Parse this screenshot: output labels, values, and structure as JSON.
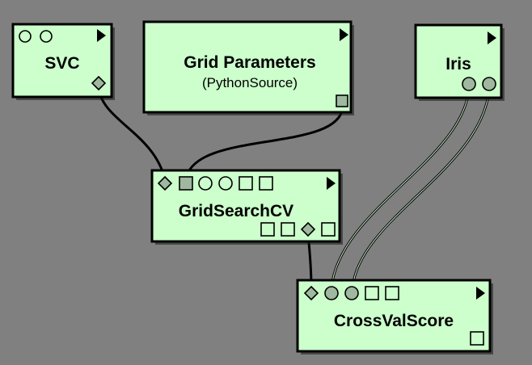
{
  "modules": {
    "svc": {
      "title": "SVC"
    },
    "grid_parameters": {
      "title": "Grid Parameters",
      "subtitle": "(PythonSource)"
    },
    "iris": {
      "title": "Iris"
    },
    "gridsearchcv": {
      "title": "GridSearchCV"
    },
    "crossvalscore": {
      "title": "CrossValScore"
    }
  },
  "colors": {
    "canvas_background": "#808080",
    "module_fill": "#ccffcc",
    "module_border": "#000000",
    "filled_port": "#9fb89f",
    "connection": "#000000"
  },
  "icons": {
    "collapse": "play-triangle-icon",
    "port_circle": "circle-port-icon",
    "port_square": "square-port-icon",
    "port_diamond": "diamond-port-icon"
  },
  "connections": [
    {
      "from": "svc",
      "to": "gridsearchcv"
    },
    {
      "from": "grid_parameters",
      "to": "gridsearchcv"
    },
    {
      "from": "iris",
      "to": "crossvalscore"
    },
    {
      "from": "iris",
      "to": "crossvalscore"
    },
    {
      "from": "gridsearchcv",
      "to": "crossvalscore"
    }
  ]
}
